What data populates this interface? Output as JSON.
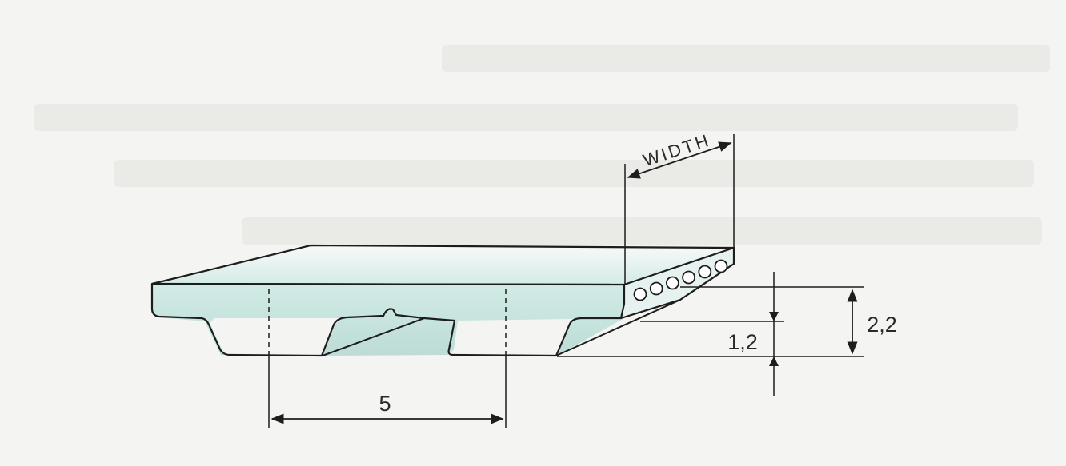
{
  "dimensions": {
    "pitch": "5",
    "tooth_height": "1,2",
    "total_height": "2,2",
    "width": "WIDTH"
  },
  "colors": {
    "belt_fill": "#c6e5df",
    "belt_top_fill": "#eef5f3",
    "outline": "#1d1d1d",
    "background": "#f4f4f2"
  },
  "cords": {
    "count": 6
  }
}
